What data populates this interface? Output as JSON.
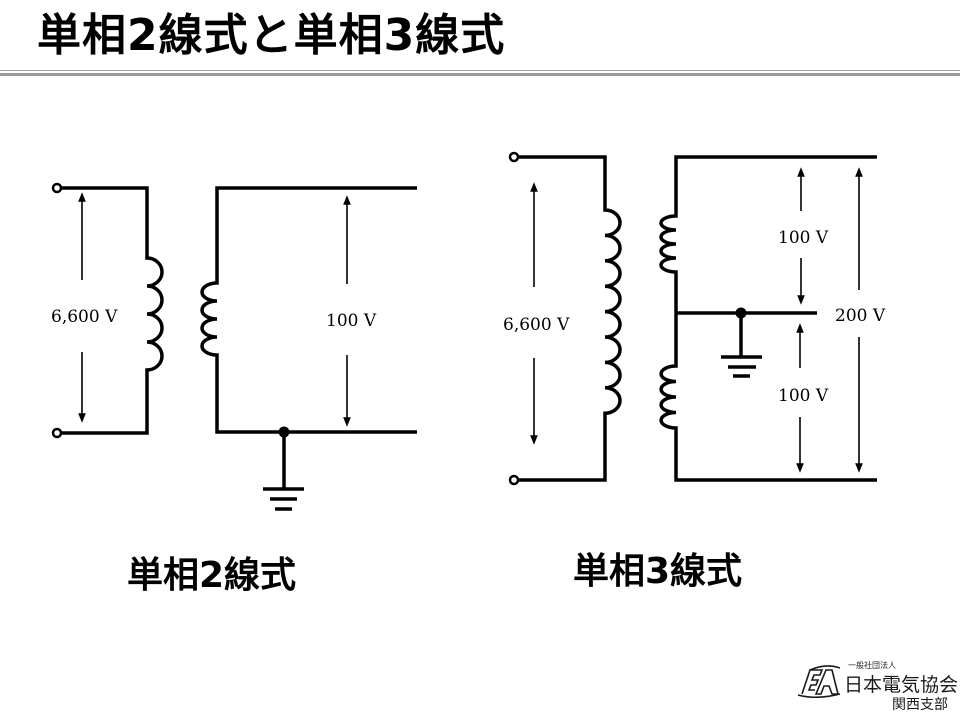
{
  "header": {
    "title": "単相2線式と単相3線式"
  },
  "diagrams": {
    "single_phase_two_wire": {
      "caption": "単相2線式",
      "primary_voltage": "6,600 V",
      "secondary_voltage": "100 V"
    },
    "single_phase_three_wire": {
      "caption": "単相3線式",
      "primary_voltage": "6,600 V",
      "upper_voltage": "100 V",
      "lower_voltage": "100 V",
      "total_voltage": "200 V"
    }
  },
  "footer": {
    "logo_mark": "EA",
    "org_type": "一般社団法人",
    "org_name": "日本電気協会",
    "branch": "関西支部"
  }
}
